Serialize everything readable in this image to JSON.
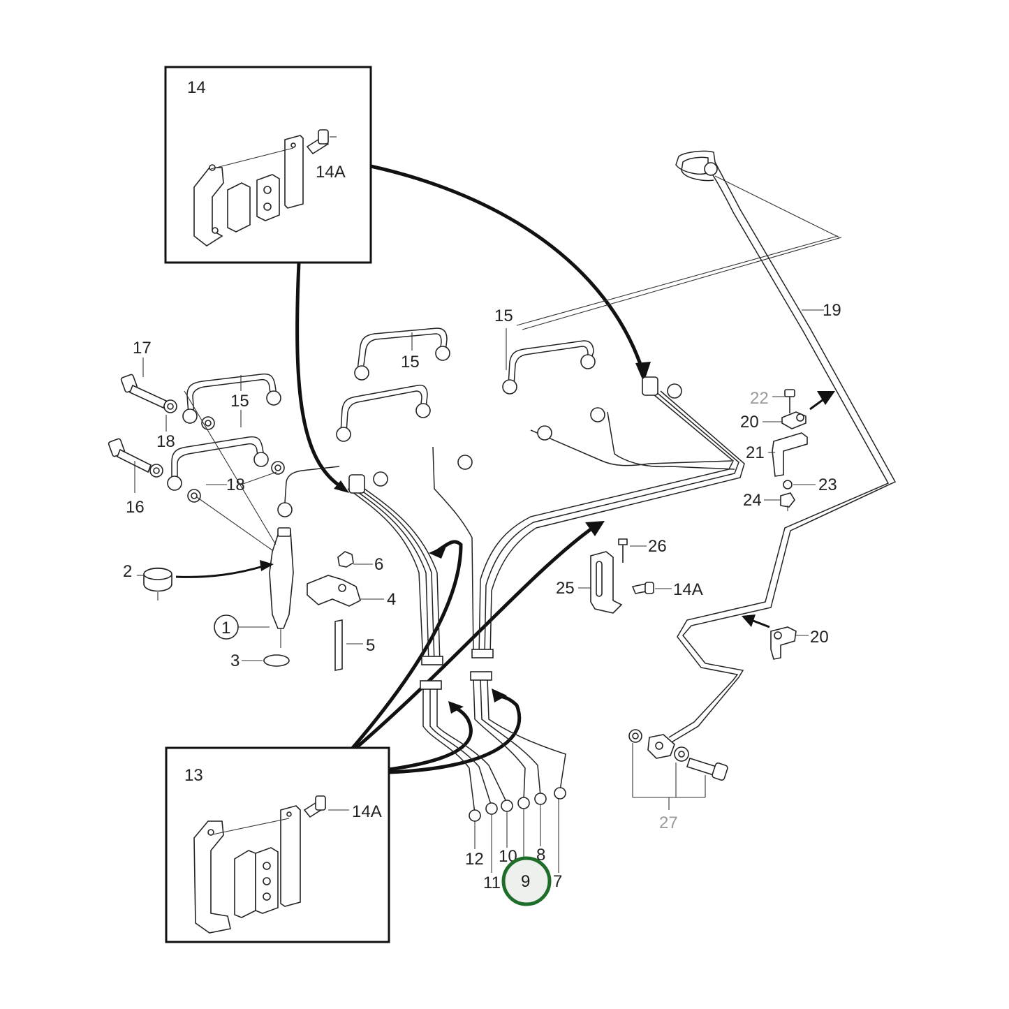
{
  "labels": {
    "box14": "14",
    "box14_bolt": "14A",
    "box13": "13",
    "box13_bolt": "14A",
    "p15a": "15",
    "p15b": "15",
    "p15c": "15",
    "p17": "17",
    "p18a": "18",
    "p18b": "18",
    "p16": "16",
    "p19": "19",
    "p22": "22",
    "p20a": "20",
    "p21": "21",
    "p23": "23",
    "p24": "24",
    "p26": "26",
    "p25": "25",
    "p14A": "14A",
    "p20b": "20",
    "p2": "2",
    "p6": "6",
    "p4": "4",
    "p1": "1",
    "p5": "5",
    "p3": "3",
    "p27": "27",
    "p12": "12",
    "p10": "10",
    "p8": "8",
    "p11": "11",
    "p9": "9",
    "p7": "7"
  },
  "highlight": {
    "label": "9",
    "color": "#1e6e2a"
  },
  "colors": {
    "line": "#222222",
    "muted_label": "#9a9a9a"
  }
}
